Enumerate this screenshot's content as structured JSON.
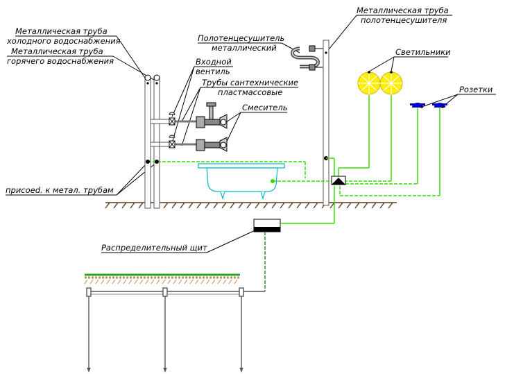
{
  "labels": {
    "cold_pipe_1": "Металлическая труба",
    "cold_pipe_2": "холодного водоснабжения",
    "hot_pipe_1": "Металлическая труба",
    "hot_pipe_2": "горячего водоснабжения",
    "towel_1": "Полотенцесушитель",
    "towel_2": "металлический",
    "towel_pipe_1": "Металлическая труба",
    "towel_pipe_2": "полотенцесушителя",
    "valve_1": "Входной",
    "valve_2": "вентиль",
    "plastic_1": "Трубы сантехнические",
    "plastic_2": "пластмассовые",
    "mixer": "Смеситель",
    "lights": "Светильники",
    "sockets": "Розетки",
    "bond": "присоеd. к метал. трубам",
    "panel": "Распределительный щит"
  },
  "colors": {
    "ground_conductor": "#33dd00",
    "light_conductor": "#c8c800",
    "lamp": "#ffee00",
    "socket": "#0000cc",
    "bath": "#00b8c8",
    "soil": "#5a3a1a",
    "grass": "#22aa22"
  },
  "icons": [
    "lamp-icon",
    "socket-icon",
    "distribution-panel-icon",
    "junction-box-icon",
    "valve-icon",
    "mixer-icon",
    "towel-dryer-icon",
    "bathtub-icon",
    "ground-electrode-icon"
  ]
}
